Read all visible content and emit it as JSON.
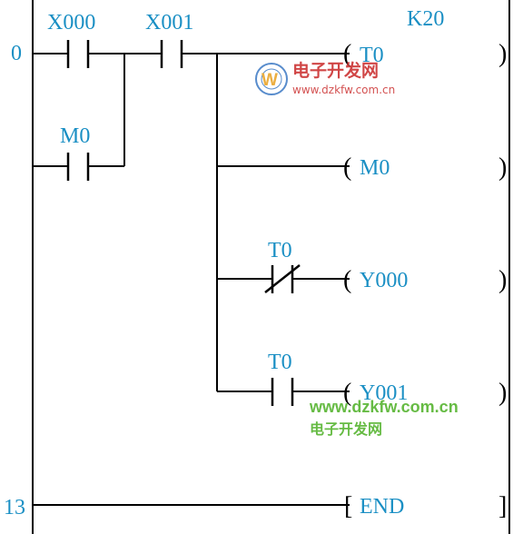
{
  "rungs": {
    "r1": {
      "step": "0",
      "contact_a": "X000",
      "contact_b": "X001",
      "hold_contact": "M0",
      "coil_t0": "T0",
      "coil_t0_setting": "K20",
      "coil_m0": "M0",
      "contact_nc": "T0",
      "coil_y000": "Y000",
      "contact_no": "T0",
      "coil_y001": "Y001"
    },
    "r2": {
      "step": "13",
      "instruction": "END"
    }
  },
  "watermark": {
    "brand_cn": "电子开发网",
    "url_small": "www.dzkfw.com.cn",
    "url_large": "www.dzkfw.com.cn",
    "brand_cn_bottom": "电子开发网",
    "color_brand": "#cc3333",
    "color_url_green": "#66bb44"
  },
  "colors": {
    "label": "#1a8fc4",
    "wire": "#000000"
  }
}
